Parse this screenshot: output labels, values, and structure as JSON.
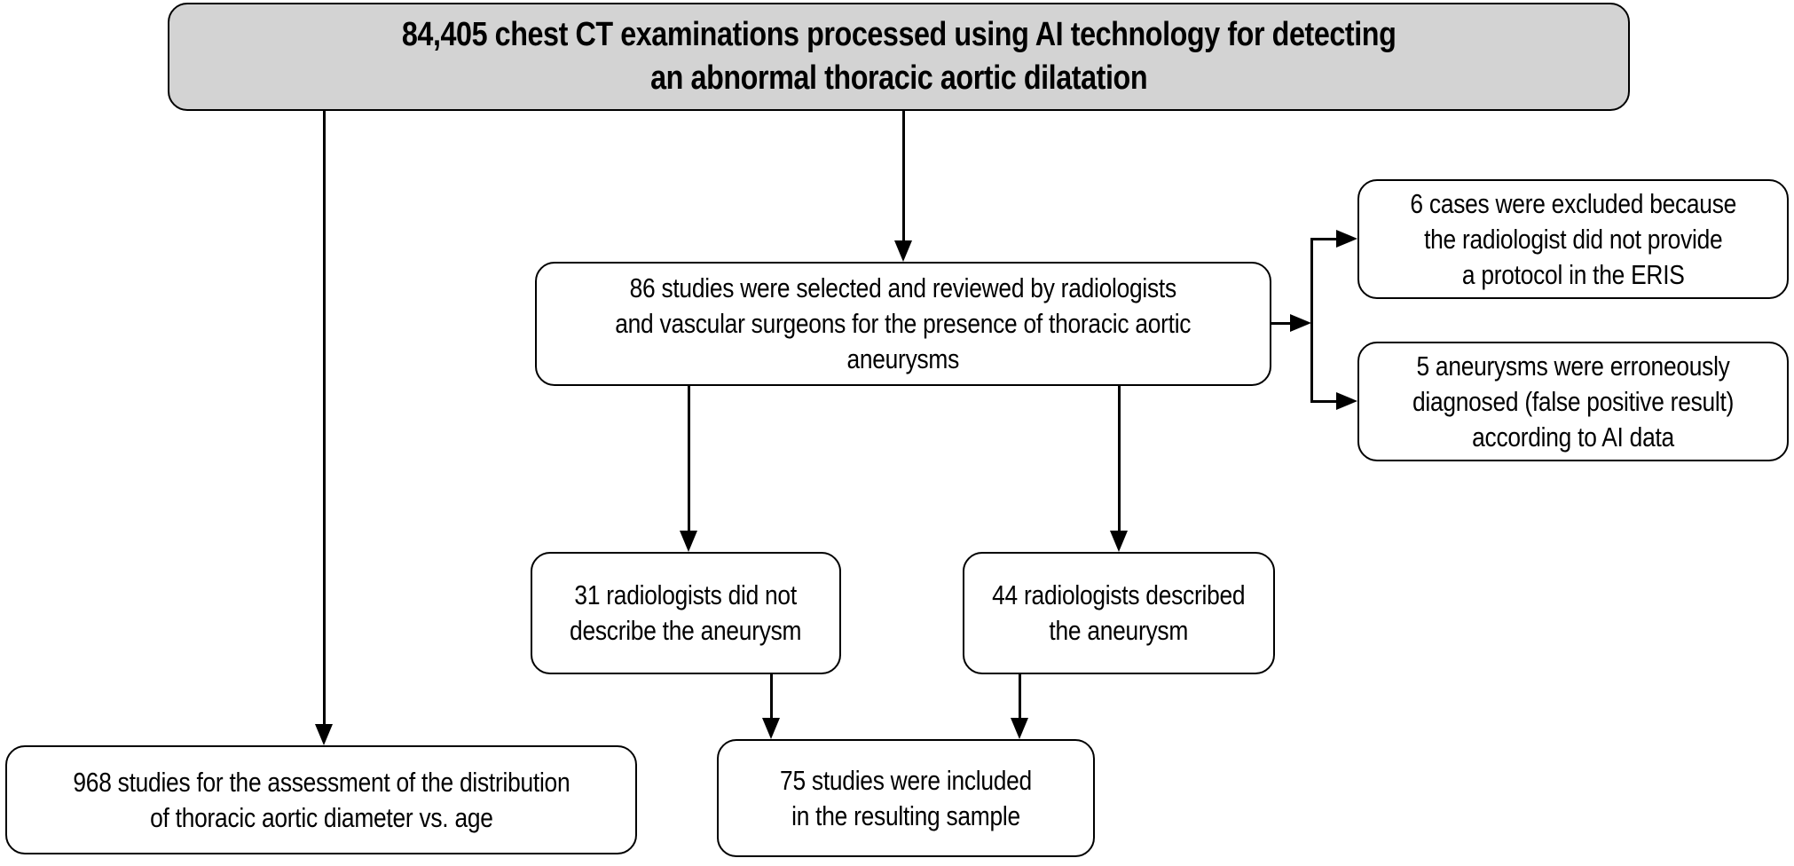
{
  "figure": {
    "type": "study-flow-diagram",
    "colors": {
      "highlight_box_fill": "#d3d3d3",
      "box_fill": "#ffffff",
      "stroke": "#000000",
      "text": "#000000",
      "background": "#ffffff"
    },
    "nodes": {
      "total_exams": {
        "lines": [
          "84,405 chest CT examinations processed using AI technology for detecting",
          "an abnormal thoracic aortic dilatation"
        ],
        "value": "84,405",
        "highlighted": true
      },
      "reviewed_studies": {
        "lines": [
          "86 studies were selected and reviewed by radiologists",
          "and vascular surgeons for the presence of thoracic aortic",
          "aneurysms"
        ],
        "value": "86"
      },
      "excluded_no_protocol": {
        "lines": [
          "6 cases were excluded because",
          "the radiologist did not provide",
          "a protocol in the ERIS"
        ],
        "value": "6"
      },
      "false_positives": {
        "lines": [
          "5 aneurysms were erroneously",
          "diagnosed (false positive result)",
          "according to AI data"
        ],
        "value": "5"
      },
      "aneurysm_not_described": {
        "lines": [
          "31 radiologists did not",
          "describe the aneurysm"
        ],
        "value": "31"
      },
      "aneurysm_described": {
        "lines": [
          "44 radiologists described",
          "the aneurysm"
        ],
        "value": "44"
      },
      "distribution_studies": {
        "lines": [
          "968 studies for the assessment of the distribution",
          "of thoracic aortic diameter vs. age"
        ],
        "value": "968"
      },
      "included_studies": {
        "lines": [
          "75 studies were included",
          "in the resulting sample"
        ],
        "value": "75"
      }
    },
    "edges": [
      {
        "from": "total_exams",
        "to": "distribution_studies"
      },
      {
        "from": "total_exams",
        "to": "reviewed_studies"
      },
      {
        "from": "reviewed_studies",
        "to": "excluded_no_protocol"
      },
      {
        "from": "reviewed_studies",
        "to": "false_positives"
      },
      {
        "from": "reviewed_studies",
        "to": "aneurysm_not_described"
      },
      {
        "from": "reviewed_studies",
        "to": "aneurysm_described"
      },
      {
        "from": "aneurysm_not_described",
        "to": "included_studies"
      },
      {
        "from": "aneurysm_described",
        "to": "included_studies"
      }
    ]
  }
}
